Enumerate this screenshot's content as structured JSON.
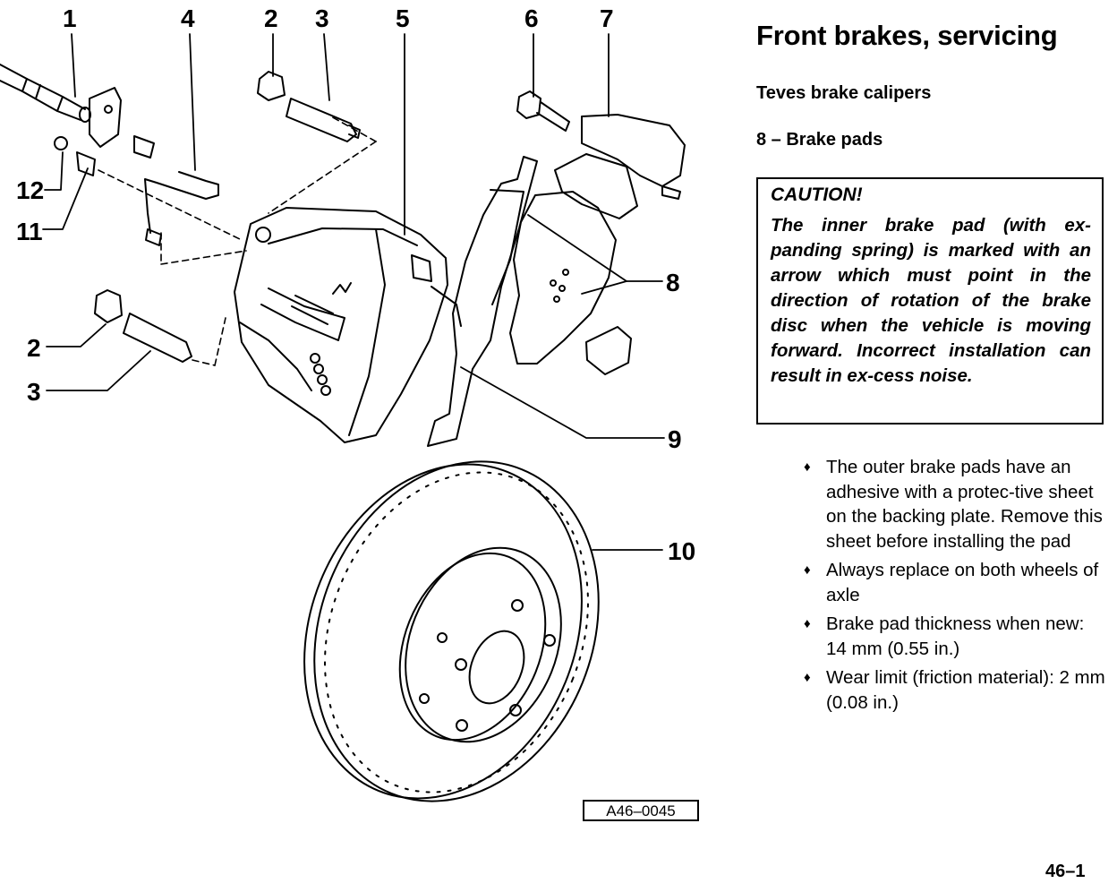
{
  "page": {
    "title": "Front brakes, servicing",
    "subtitle": "Teves brake calipers",
    "section": "8 – Brake pads",
    "page_number": "46–1"
  },
  "caution": {
    "heading": "CAUTION!",
    "text": "The inner brake pad (with ex-panding spring) is marked with an arrow which must point in the direction of rotation of the brake disc when the vehicle is moving forward. Incorrect installation can result in ex-cess noise."
  },
  "notes": [
    "The outer brake pads have an adhesive with a protec-tive sheet on the backing plate. Remove this sheet before installing the pad",
    "Always replace on both wheels of axle",
    "Brake pad thickness when new: 14 mm (0.55 in.)",
    "Wear limit (friction material): 2 mm (0.08 in.)"
  ],
  "bullet_symbol": "♦",
  "figure": {
    "id": "A46–0045",
    "callouts": {
      "c1": "1",
      "c4": "4",
      "c2_top": "2",
      "c3_top": "3",
      "c5": "5",
      "c6": "6",
      "c7": "7",
      "c12": "12",
      "c11": "11",
      "c8": "8",
      "c2_left": "2",
      "c3_left": "3",
      "c9": "9",
      "c10": "10"
    }
  }
}
